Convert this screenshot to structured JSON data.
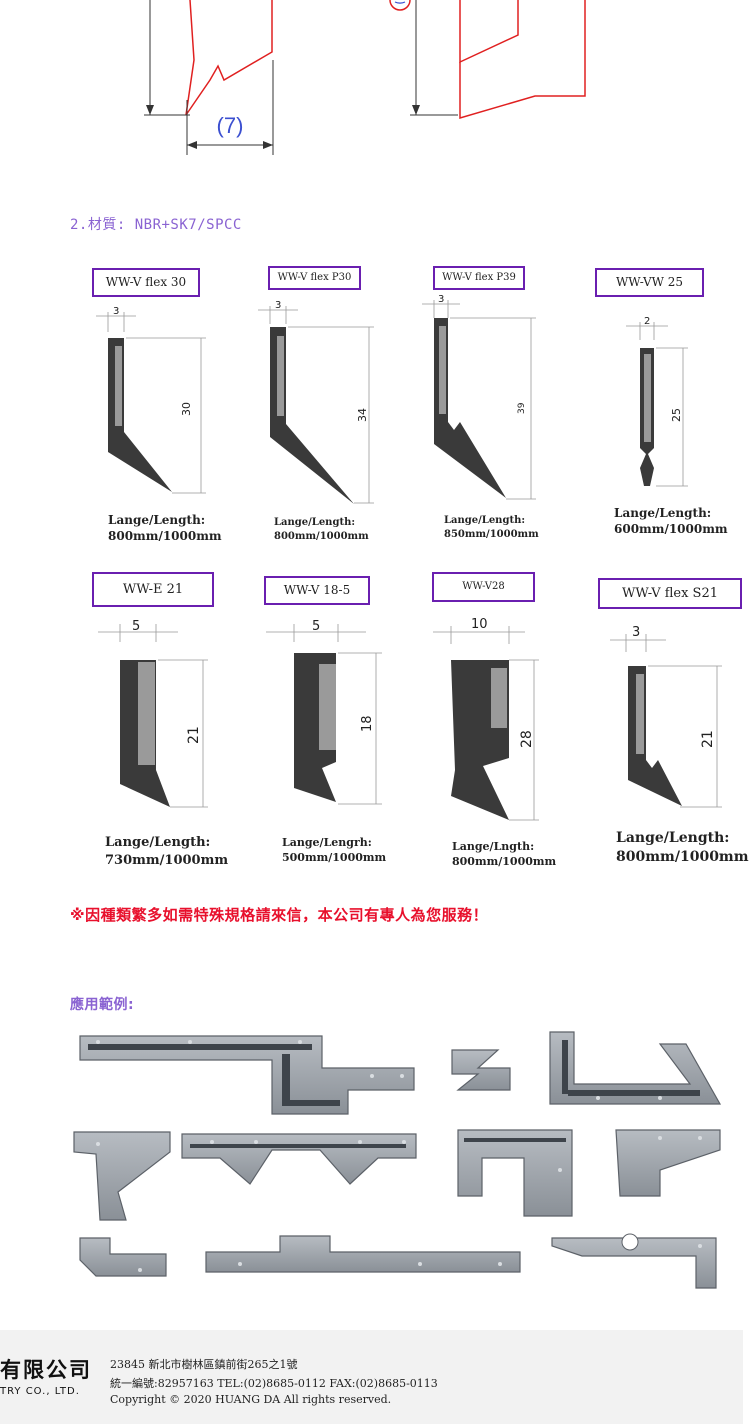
{
  "top_drawing": {
    "dimension_label": "(7)"
  },
  "material": {
    "title": "2.材質: NBR+SK7/SPCC"
  },
  "products_row1": [
    {
      "name": "WW-V flex 30",
      "width_dim": "3",
      "height_dim": "30",
      "length_label": "Lange/Length:",
      "length_value": "800mm/1000mm"
    },
    {
      "name": "WW-V flex P30",
      "width_dim": "3",
      "height_dim": "34",
      "length_label": "Lange/Length:",
      "length_value": "800mm/1000mm"
    },
    {
      "name": "WW-V flex P39",
      "width_dim": "3",
      "height_dim": "39",
      "length_label": "Lange/Length:",
      "length_value": "850mm/1000mm"
    },
    {
      "name": "WW-VW 25",
      "width_dim": "2",
      "height_dim": "25",
      "length_label": "Lange/Length:",
      "length_value": "600mm/1000mm"
    }
  ],
  "products_row2": [
    {
      "name": "WW-E 21",
      "width_dim": "5",
      "height_dim": "21",
      "length_label": "Lange/Length:",
      "length_value": "730mm/1000mm"
    },
    {
      "name": "WW-V 18-5",
      "width_dim": "5",
      "height_dim": "18",
      "length_label": "Lange/Lengrh:",
      "length_value": "500mm/1000mm"
    },
    {
      "name": "WW-V28",
      "width_dim": "10",
      "height_dim": "28",
      "length_label": "Lange/Lngth:",
      "length_value": "800mm/1000mm"
    },
    {
      "name": "WW-V flex S21",
      "width_dim": "3",
      "height_dim": "21",
      "length_label": "Lange/Length:",
      "length_value": "800mm/1000mm"
    }
  ],
  "notice": "※因種類繁多如需特殊規格請來信，本公司有專人為您服務！",
  "applications": {
    "title": "應用範例:"
  },
  "footer": {
    "logo_zh": "有限公司",
    "logo_en": "TRY CO., LTD.",
    "address": "23845 新北市樹林區鎮前街265之1號",
    "contact": "統一編號:82957163  TEL:(02)8685-0112  FAX:(02)8685-0113",
    "copyright": "Copyright © 2020 HUANG DA All rights reserved."
  },
  "colors": {
    "accent_purple": "#6a1fb0",
    "title_purple": "#8a63d2",
    "notice_red": "#e8102c",
    "profile_dark": "#3a3a3a",
    "insert_gray": "#9a9a9a",
    "drawing_red": "#e02020",
    "dimension_blue": "#3b4fd0"
  }
}
